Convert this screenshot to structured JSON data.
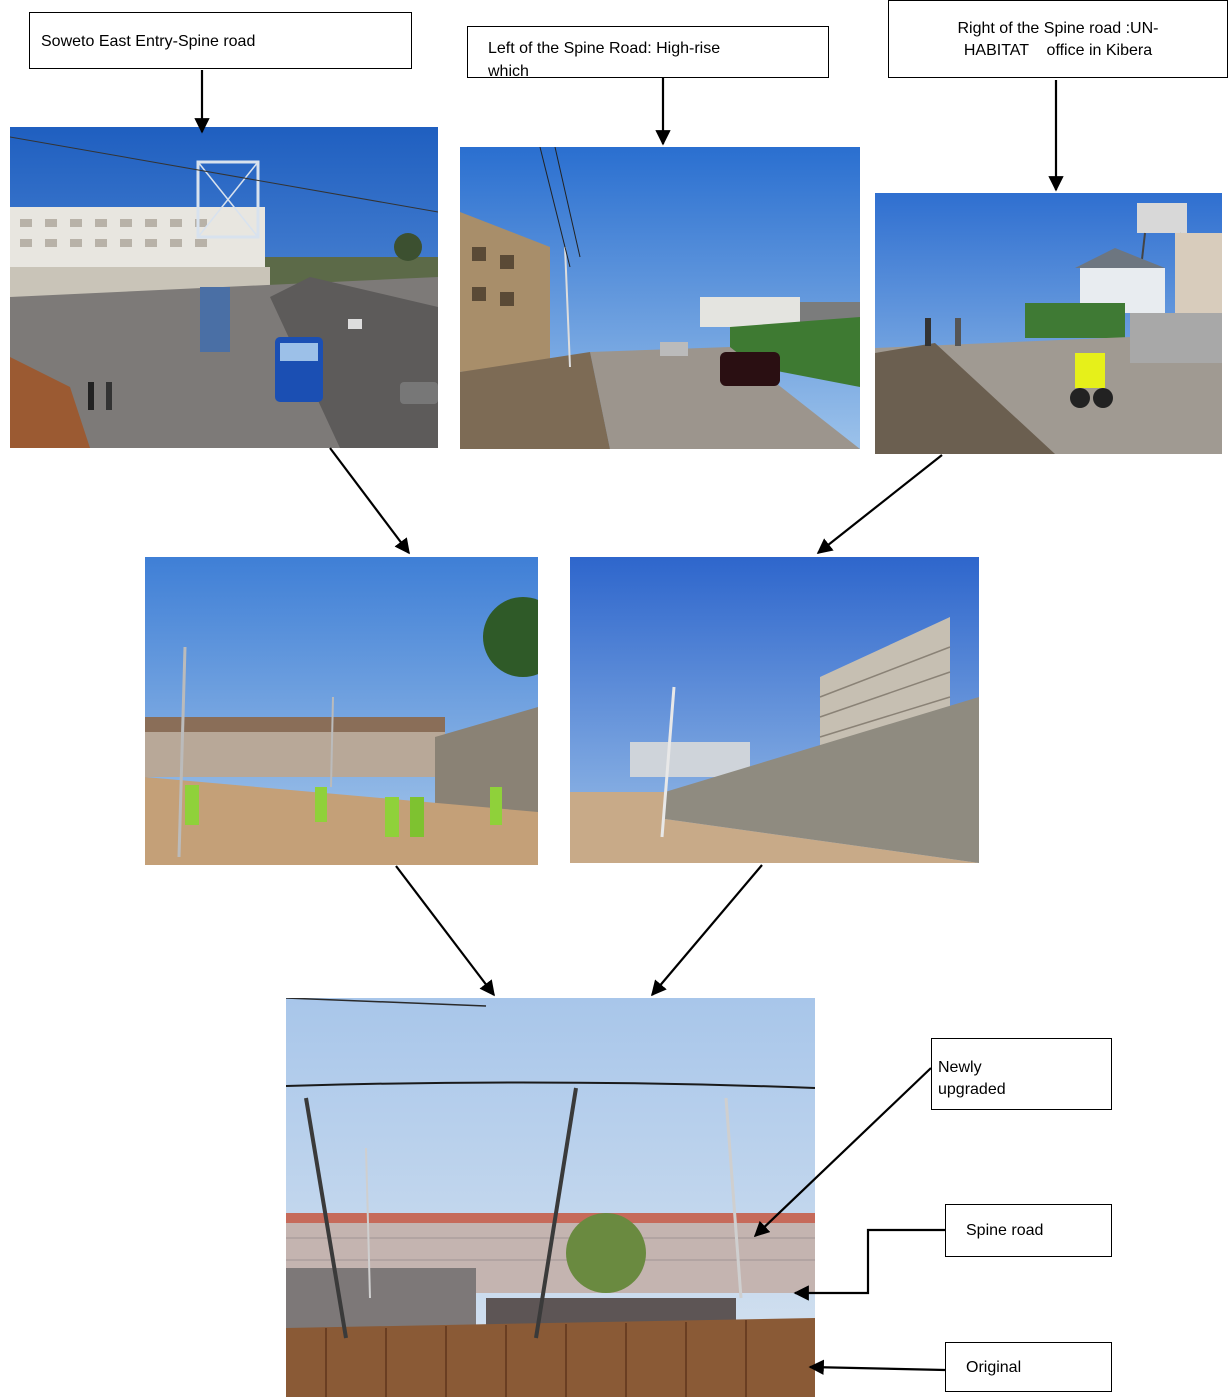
{
  "labels": {
    "soweto_entry": "Soweto East Entry-Spine road",
    "left_spine": "Left of the Spine Road: High-rise",
    "left_spine_cut": "which",
    "right_spine_line1": "Right of the Spine road :UN-",
    "right_spine_line2": "HABITAT    office in Kibera",
    "newly_upgraded_line1": "Newly",
    "newly_upgraded_line2": "upgraded",
    "spine_road": "Spine road",
    "original": "Original"
  },
  "colors": {
    "sky": "#3f7fd6",
    "sky_light": "#8fb4e2",
    "road": "#8a7c6e",
    "dirt": "#b9997a",
    "arrow": "#000000"
  }
}
